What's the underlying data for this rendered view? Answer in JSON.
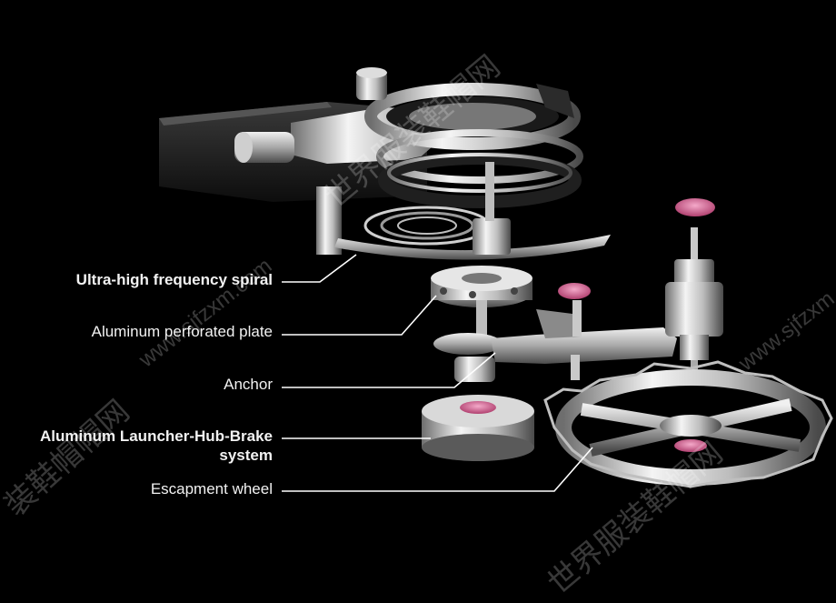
{
  "labels": {
    "spiral": "Ultra-high frequency spiral",
    "plate": "Aluminum perforated plate",
    "anchor": "Anchor",
    "launcher_line1": "Aluminum Launcher-Hub-Brake",
    "launcher_line2": "system",
    "escapement": "Escapment wheel"
  },
  "watermarks": {
    "url": "www.sjfzxm.com",
    "url_right": "www.sjfzxm",
    "cjk_left": "装鞋帽帽网",
    "cjk_top": "世界服装鞋帽网",
    "cjk_bottom": "世界服装鞋帽网"
  },
  "colors": {
    "background": "#000000",
    "metal_light": "#e8e8e8",
    "metal_dark": "#5a5a5a",
    "ruby": "#d86a98",
    "leader_line": "#ffffff"
  }
}
